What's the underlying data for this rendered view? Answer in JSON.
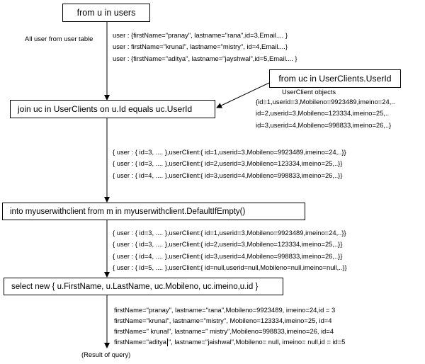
{
  "boxes": {
    "from_users": "from u in users",
    "from_userclients": "from uc in UserClients.UserId",
    "join": "join uc in UserClients on u.Id equals uc.UserId",
    "into": "into myuserwithclient from m in myuserwithclient.DefaultIfEmpty()",
    "select": "select new  { u.FirstName, u.LastName, uc.Mobileno, uc.imeino,u.id }"
  },
  "labels": {
    "all_user": "All user from user table",
    "userclient_objects": "UserClient objects",
    "result": "(Result of query)"
  },
  "users_table": [
    "user : {firstName=\"pranay\", lastname=\"rana\",id=3,Email.... }",
    "user : firstName=\"krunal\", lastname=\"mistry\", id=4,Email....}",
    "user : {firstName=\"aditya\", lastname=\"jayshwal\",id=5,Email.... }"
  ],
  "userclient_list": [
    "{id=1,userid=3,Mobileno=9923489,imeino=24,..",
    "id=2,userid=3,Mobileno=123334,imeino=25,..",
    "id=3,userid=4,Mobileno=998833,imeino=26,..}"
  ],
  "join_results": [
    "{ user : { id=3, .... },userClient:{ id=1,userid=3,Mobileno=9923489,imeino=24,..}}",
    "{ user : { id=3, .... },userClient:{ id=2,userid=3,Mobileno=123334,imeino=25,..}}",
    "{ user : { id=4, .... },userClient:{ id=3,userid=4,Mobileno=998833,imeino=26,..}}"
  ],
  "into_results": [
    "{ user : { id=3, .... },userClient:{ id=1,userid=3,Mobileno=9923489,imeino=24,..}}",
    "{ user : { id=3, .... },userClient:{ id=2,userid=3,Mobileno=123334,imeino=25,..}}",
    "{ user : { id=4, .... },userClient:{ id=3,userid=4,Mobileno=998833,imeino=26,..}}",
    "{ user : { id=5, .... },userClient:{ id=null,userid=null,Mobileno=null,imeino=null,..}}"
  ],
  "final_results": [
    "firstName=\"pranay\", lastname=\"rana\",Mobileno=9923489, imeino=24,id = 3",
    "firstName=\"krunal\", lastname=\"mistry\", Mobileno=123334,imeino=25, id=4",
    "firstName=\" krunal\", lastname=\" mistry\",Mobileno=998833,imeino=26, id=4"
  ],
  "final_last": {
    "name_part": "firstName=\"aditya",
    "rest": "\", lastname=\"jaishwal\",Mobileno= null, imeino= null,id = id=5"
  },
  "colors": {
    "stroke": "#000000",
    "background": "#ffffff"
  }
}
